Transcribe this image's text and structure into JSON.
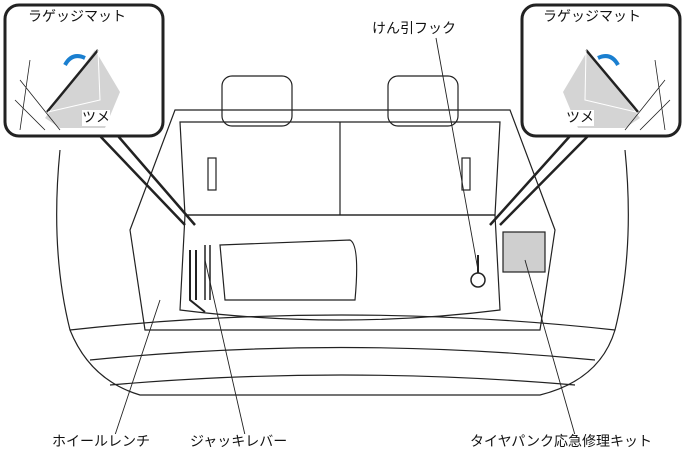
{
  "labels": {
    "luggage_mat_left": "ラゲッジマット",
    "luggage_mat_right": "ラゲッジマット",
    "claw_left": "ツメ",
    "claw_right": "ツメ",
    "tow_hook": "けん引フック",
    "wheel_wrench": "ホイールレンチ",
    "jack_lever": "ジャッキレバー",
    "puncture_repair_kit": "タイヤパンク応急修理キット"
  },
  "colors": {
    "arrow": "#1a7fd0",
    "mat_fill": "#d4d4d4",
    "line": "#222222"
  }
}
